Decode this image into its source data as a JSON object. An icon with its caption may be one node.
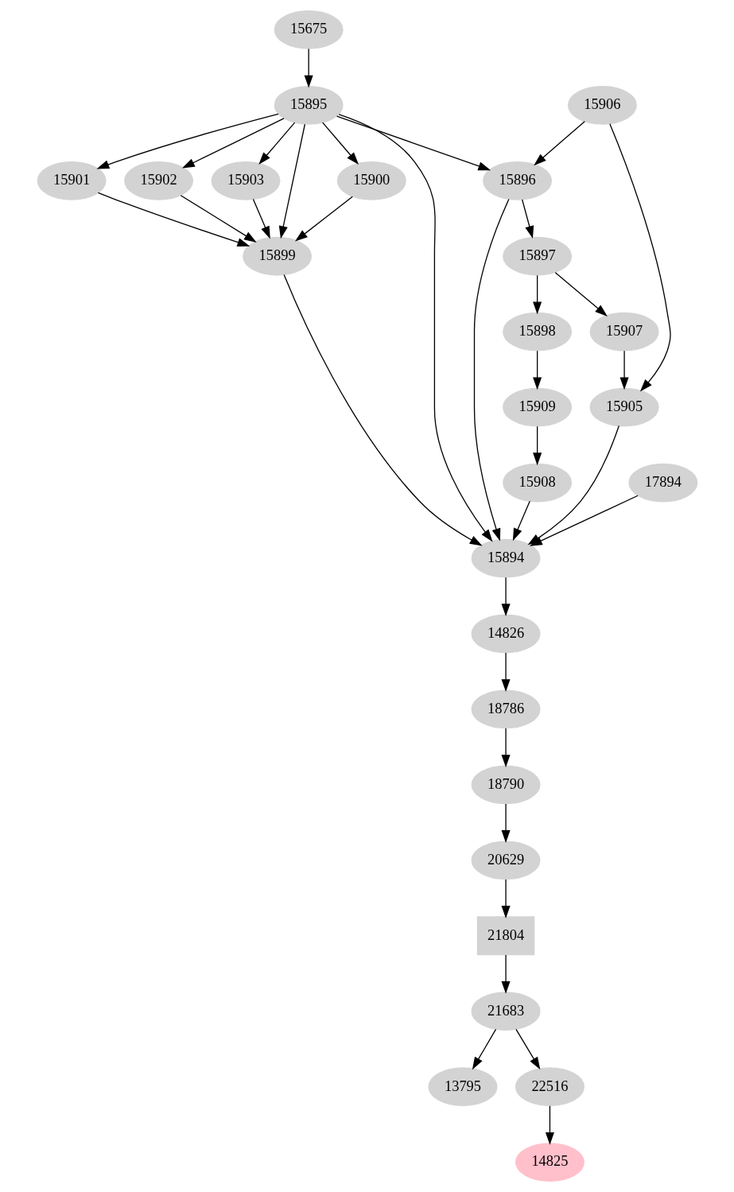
{
  "diagram": {
    "nodes": [
      {
        "text": [
          "15675"
        ]
      },
      {
        "text": [
          "15906"
        ]
      },
      {
        "text": [
          "15895"
        ]
      },
      {
        "text": [
          "15896"
        ]
      },
      {
        "text": [
          "15900"
        ]
      },
      {
        "text": [
          "15901"
        ]
      },
      {
        "text": [
          "15902"
        ]
      },
      {
        "text": [
          "15903"
        ]
      },
      {
        "text": [
          "15897"
        ]
      },
      {
        "text": [
          "15899"
        ]
      },
      {
        "text": [
          "15907"
        ]
      },
      {
        "text": [
          "15898"
        ]
      },
      {
        "text": [
          "15905"
        ]
      },
      {
        "text": [
          "15909"
        ]
      },
      {
        "text": [
          "15908"
        ]
      },
      {
        "text": [
          "17894"
        ]
      },
      {
        "text": [
          "15894"
        ]
      },
      {
        "text": [
          "14826"
        ]
      },
      {
        "text": [
          "18786"
        ]
      },
      {
        "text": [
          "18790"
        ]
      },
      {
        "text": [
          "20629"
        ]
      },
      {
        "text": [
          "21804"
        ]
      },
      {
        "text": [
          "21683"
        ]
      },
      {
        "text": [
          "13795"
        ]
      },
      {
        "text": [
          "22516"
        ]
      },
      {
        "text": [
          "14825"
        ]
      }
    ],
    "edges": [
      {
        "from": 0,
        "to": 2,
        "arrow": "to"
      },
      {
        "from": 1,
        "to": 3,
        "arrow": "to"
      },
      {
        "from": 1,
        "to": 12,
        "arrow": "to"
      },
      {
        "from": 2,
        "to": 3,
        "arrow": "to"
      },
      {
        "from": 2,
        "to": 4,
        "arrow": "to"
      },
      {
        "from": 2,
        "to": 5,
        "arrow": "to"
      },
      {
        "from": 2,
        "to": 6,
        "arrow": "to"
      },
      {
        "from": 2,
        "to": 7,
        "arrow": "to"
      },
      {
        "from": 2,
        "to": 9,
        "arrow": "to"
      },
      {
        "from": 2,
        "to": 16,
        "arrow": "to"
      },
      {
        "from": 3,
        "to": 8,
        "arrow": "to"
      },
      {
        "from": 3,
        "to": 16,
        "arrow": "to"
      },
      {
        "from": 4,
        "to": 9,
        "arrow": "to"
      },
      {
        "from": 5,
        "to": 9,
        "arrow": "to"
      },
      {
        "from": 6,
        "to": 9,
        "arrow": "to"
      },
      {
        "from": 7,
        "to": 9,
        "arrow": "to"
      },
      {
        "from": 8,
        "to": 10,
        "arrow": "to"
      },
      {
        "from": 8,
        "to": 11,
        "arrow": "to"
      },
      {
        "from": 10,
        "to": 12,
        "arrow": "to"
      },
      {
        "from": 11,
        "to": 13,
        "arrow": "to"
      },
      {
        "from": 13,
        "to": 14,
        "arrow": "to"
      },
      {
        "from": 12,
        "to": 16,
        "arrow": "to"
      },
      {
        "from": 14,
        "to": 16,
        "arrow": "to"
      },
      {
        "from": 9,
        "to": 16,
        "arrow": "to"
      },
      {
        "from": 15,
        "to": 16,
        "arrow": "to"
      },
      {
        "from": 16,
        "to": 17,
        "arrow": "to"
      },
      {
        "from": 17,
        "to": 18,
        "arrow": "to"
      },
      {
        "from": 18,
        "to": 19,
        "arrow": "to"
      },
      {
        "from": 19,
        "to": 20,
        "arrow": "to"
      },
      {
        "from": 20,
        "to": 21,
        "arrow": "to"
      },
      {
        "from": 21,
        "to": 22,
        "arrow": "to"
      },
      {
        "from": 22,
        "to": 23,
        "arrow": "to"
      },
      {
        "from": 22,
        "to": 24,
        "arrow": "to"
      },
      {
        "from": 24,
        "to": 25,
        "arrow": "to"
      }
    ]
  }
}
